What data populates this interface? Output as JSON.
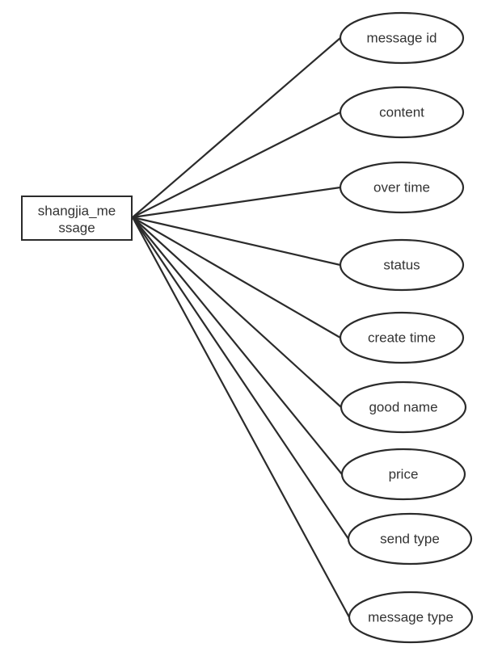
{
  "entity": {
    "name_lines": [
      "shangjia_me",
      "ssage"
    ]
  },
  "attributes": [
    {
      "key": "message-id",
      "label": "message id"
    },
    {
      "key": "content",
      "label": "content"
    },
    {
      "key": "over-time",
      "label": "over time"
    },
    {
      "key": "status",
      "label": "status"
    },
    {
      "key": "create-time",
      "label": "create time"
    },
    {
      "key": "good-name",
      "label": "good name"
    },
    {
      "key": "price",
      "label": "price"
    },
    {
      "key": "send-type",
      "label": "send type"
    },
    {
      "key": "message-type",
      "label": "message type"
    }
  ],
  "colors": {
    "stroke": "#2b2b2b",
    "text": "#333333",
    "background": "#ffffff"
  }
}
